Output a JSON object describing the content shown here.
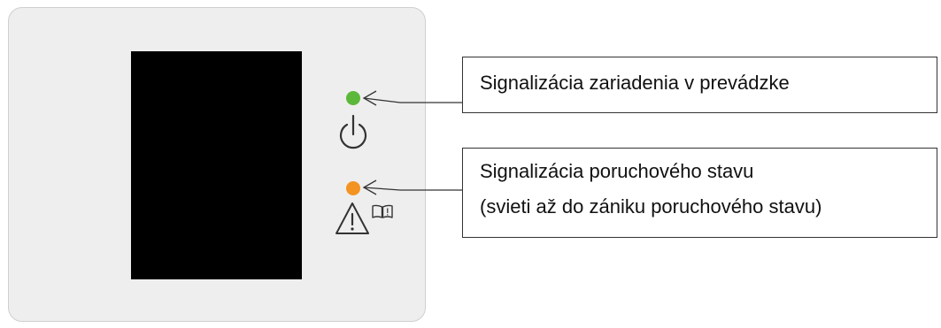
{
  "device": {
    "leds": {
      "operation": {
        "color": "#5cb83a",
        "icon": "power-icon"
      },
      "fault": {
        "color": "#f39321",
        "icons": [
          "warning-triangle-icon",
          "manual-book-icon"
        ]
      }
    }
  },
  "callouts": {
    "operation": {
      "text": "Signalizácia zariadenia v prevádzke"
    },
    "fault": {
      "line1": "Signalizácia poruchového stavu",
      "line2": "(svieti až do zániku poruchového stavu)"
    }
  }
}
